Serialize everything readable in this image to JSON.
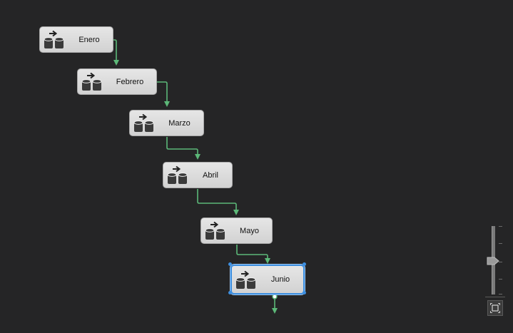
{
  "tasks": [
    {
      "label": "Enero",
      "icon": "data-flow-task-icon"
    },
    {
      "label": "Febrero",
      "icon": "data-flow-task-icon"
    },
    {
      "label": "Marzo",
      "icon": "data-flow-task-icon"
    },
    {
      "label": "Abril",
      "icon": "data-flow-task-icon"
    },
    {
      "label": "Mayo",
      "icon": "data-flow-task-icon"
    },
    {
      "label": "Junio",
      "icon": "data-flow-task-icon",
      "selected": true
    }
  ],
  "colors": {
    "background": "#252526",
    "connector": "#5cb878",
    "selection": "#3d8fe0",
    "task_fill": "#dcdcdc"
  },
  "zoom": {
    "level_fraction": 0.5,
    "fit_icon": "zoom-to-fit-icon"
  }
}
